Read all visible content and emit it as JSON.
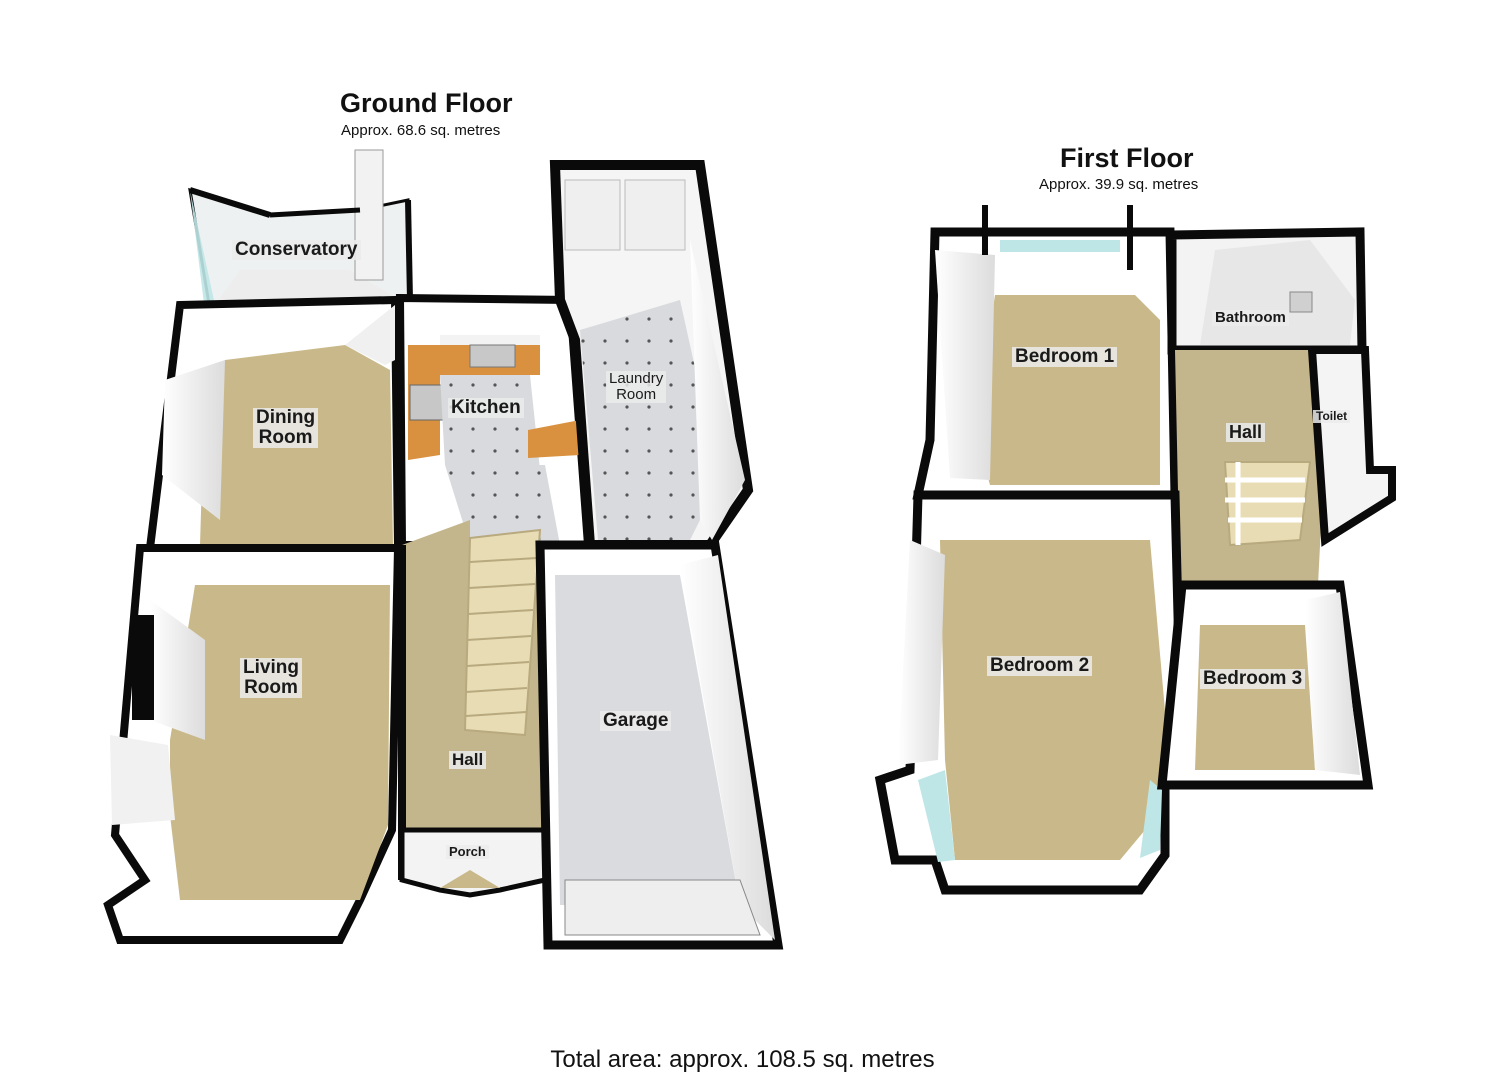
{
  "ground_floor": {
    "title": "Ground Floor",
    "area": "Approx. 68.6 sq. metres",
    "rooms": {
      "conservatory": "Conservatory",
      "dining_room": "Dining\nRoom",
      "kitchen": "Kitchen",
      "laundry_room": "Laundry\nRoom",
      "living_room": "Living\nRoom",
      "hall": "Hall",
      "porch": "Porch",
      "garage": "Garage"
    }
  },
  "first_floor": {
    "title": "First Floor",
    "area": "Approx. 39.9 sq. metres",
    "rooms": {
      "bedroom_1": "Bedroom 1",
      "bathroom": "Bathroom",
      "hall": "Hall",
      "toilet": "Toilet",
      "bedroom_2": "Bedroom 2",
      "bedroom_3": "Bedroom 3"
    }
  },
  "total_area": "Total area: approx. 108.5 sq. metres",
  "colors": {
    "wall": "#0a0a0a",
    "carpet": "#c9b98a",
    "tile": "#d7dade",
    "garage_floor": "#d9dbde",
    "worktop": "#d9913f",
    "glass": "#bfe6e6",
    "inner_wall": "#f4f4f4"
  }
}
